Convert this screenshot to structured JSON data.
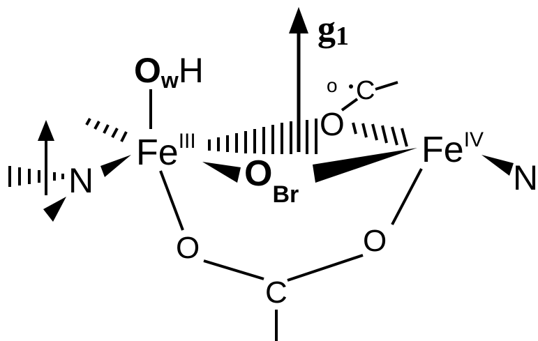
{
  "labels": {
    "g_axis_main": "g",
    "g_axis_sub": "1",
    "water_o": "O",
    "water_sub": "w",
    "water_h": "H",
    "fe_left": "Fe",
    "fe_left_ox": "III",
    "fe_right": "Fe",
    "fe_right_ox": "IV",
    "bridge_o": "O",
    "bridge_sub": "Br",
    "n_left": "N",
    "n_right": "N",
    "carbox_top_o": "O",
    "carbox_top_oalt": "o",
    "carbox_top_c": "C",
    "carbox_bottom_o_left": "O",
    "carbox_bottom_o_right": "O",
    "carbox_bottom_c": "C"
  },
  "colors": {
    "ink": "#000000",
    "background": "#ffffff"
  }
}
